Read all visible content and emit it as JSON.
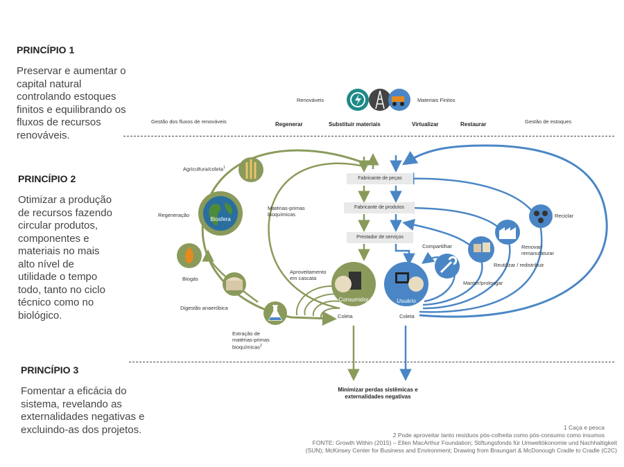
{
  "principles": [
    {
      "title": "PRINCÍPIO 1",
      "text": "Preservar e aumentar o capital natural controlando estoques finitos e equilibrando os fluxos de recursos renováveis."
    },
    {
      "title": "PRINCÍPIO 2",
      "text": "Otimizar a produção de recursos fazendo circular produtos, componentes e materiais no mais alto nível de utilidade o tempo todo, tanto no ciclo técnico como no biológico."
    },
    {
      "title": "PRINCÍPIO 3",
      "text": "Fomentar a eficácia do sistema, revelando as externalidades negativas e excluindo-as dos projetos."
    }
  ],
  "top": {
    "renewables": "Renováveis",
    "finite": "Materiais Finitos",
    "renew_flow": "Gestão dos fluxos de renováveis",
    "stock_mgmt": "Gestão de estoques",
    "actions": [
      "Regenerar",
      "Substituir materiais",
      "Virtualizar",
      "Restaurar"
    ]
  },
  "bio": {
    "agri": "Agricultura/coleta",
    "agri_sup": "1",
    "regen": "Regeneração",
    "biosphere": "Biosfera",
    "biogas": "Biogás",
    "anaerobic": "Digestão anaeróbica",
    "extraction": "Extração de matérias-primas bioquímicas",
    "extraction_sup": "2",
    "raw": "Matérias-primas bioquímicas",
    "cascade": "Aproveitamento em cascata",
    "consumer": "Consumidor",
    "collect1": "Coleta"
  },
  "center": {
    "parts": "Fabricante de peças",
    "products": "Fabricante de produtos",
    "services": "Prestador de serviços",
    "loss": "Minimizar perdas sistêmicas e externalidades negativas"
  },
  "tech": {
    "recycle": "Reciclar",
    "renew": "Renovar/ remanufaturar",
    "reuse": "Reutilizar / redistribuir",
    "maintain": "Manter/prolongar",
    "share": "Compartilhar",
    "user": "Usuário",
    "collect2": "Coleta"
  },
  "footnotes": [
    "1 Caça e pesca",
    "2 Pode aproveitar tanto resíduos pós-colheita como pós-consumo como insumos",
    "FONTE: Growth Within (2015) – Ellen MacArthur Foundation; Stiftungsfonds für Umweltökonomie und Nachhaltigkeit (SUN); McKinsey Center for Business and Environment; Drawing from Braungart & McDonough Cradle to Cradle (C2C)"
  ],
  "colors": {
    "bio": "#8a9a5b",
    "tech": "#4a86c5",
    "teal": "#1e8a88",
    "dark": "#444444"
  }
}
